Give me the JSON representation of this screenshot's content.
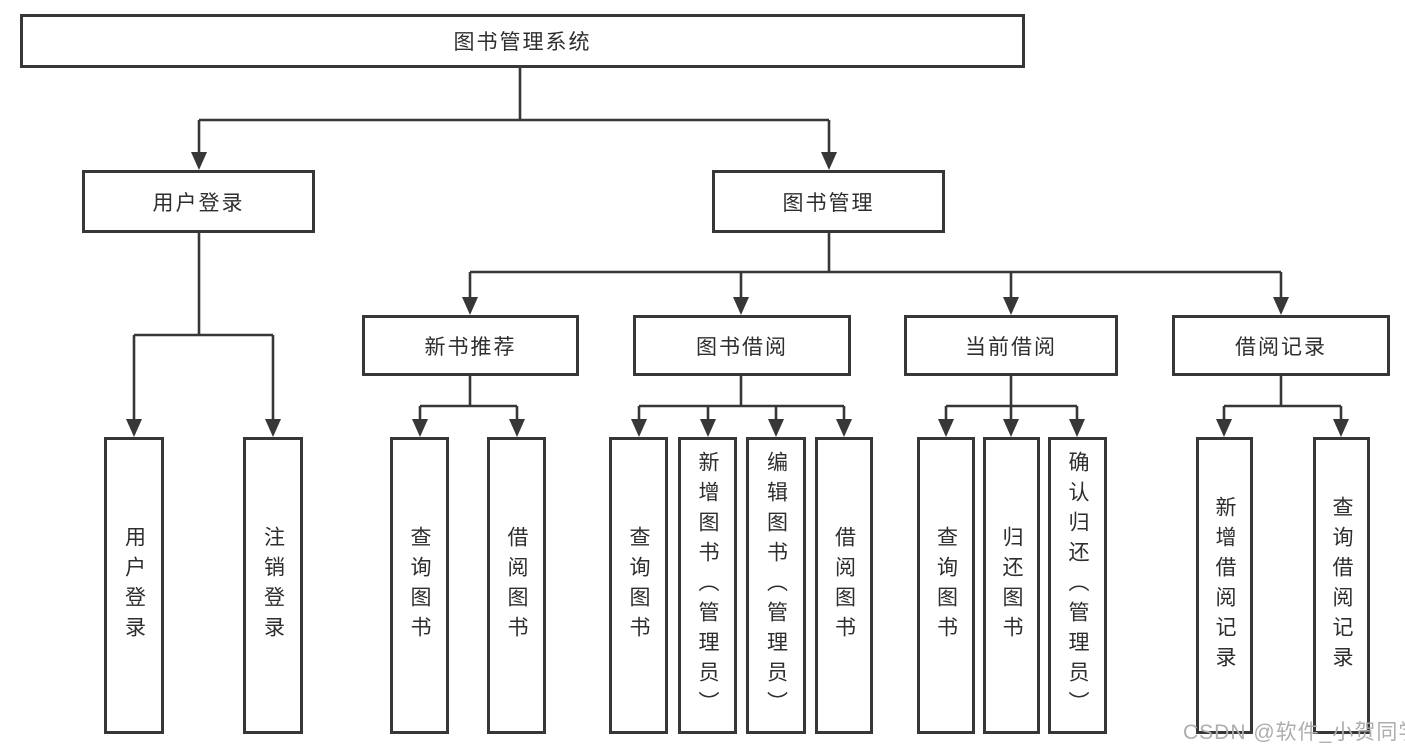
{
  "tree": {
    "root": "图书管理系统",
    "branches": [
      "用户登录",
      "图书管理"
    ],
    "modules": [
      "新书推荐",
      "图书借阅",
      "当前借阅",
      "借阅记录"
    ],
    "leaves": [
      "用户登录",
      "注销登录",
      "查询图书",
      "借阅图书",
      "查询图书",
      "新增图书（管理员）",
      "编辑图书（管理员）",
      "借阅图书",
      "查询图书",
      "归还图书",
      "确认归还（管理员）",
      "新增借阅记录",
      "查询借阅记录"
    ]
  },
  "watermark": "CSDN @软件_小贺同学",
  "colors": {
    "line": "#373737",
    "text": "#2e2e2e",
    "box_fill": "#ffffff",
    "watermark": "#aeaeae",
    "background": "#ffffff"
  }
}
